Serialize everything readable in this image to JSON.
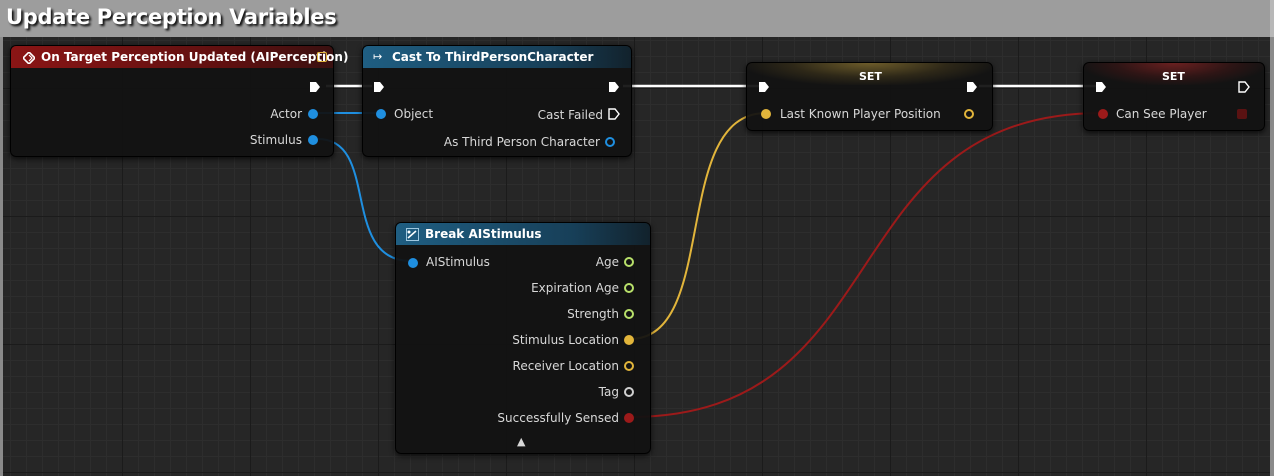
{
  "comment": {
    "title": "Update Perception Variables"
  },
  "colors": {
    "exec": "#ffffff",
    "object": "#1f8fe0",
    "struct_vector": "#e2b53b",
    "bool": "#9c1a1a",
    "float": "#b8e06a",
    "name": "#d0d0d0",
    "event_header": "#7f1313",
    "cast_header": "#1d5574",
    "break_header": "#1d5574"
  },
  "nodes": {
    "event": {
      "title": "On Target Perception Updated (AIPerception)",
      "icon": "event-diamond-icon",
      "pins": {
        "actor": "Actor",
        "stimulus": "Stimulus"
      }
    },
    "cast": {
      "title": "Cast To ThirdPersonCharacter",
      "icon": "cast-arrow-icon",
      "pins": {
        "object": "Object",
        "cast_failed": "Cast Failed",
        "as_character": "As Third Person Character"
      }
    },
    "set_location": {
      "title": "SET",
      "pins": {
        "value": "Last Known Player Position"
      }
    },
    "set_can_see": {
      "title": "SET",
      "pins": {
        "value": "Can See Player"
      }
    },
    "break": {
      "title": "Break AIStimulus",
      "icon": "break-struct-icon",
      "pins": {
        "input": "AIStimulus",
        "outputs": [
          "Age",
          "Expiration Age",
          "Strength",
          "Stimulus Location",
          "Receiver Location",
          "Tag",
          "Successfully Sensed"
        ]
      },
      "expand": "▲"
    }
  }
}
